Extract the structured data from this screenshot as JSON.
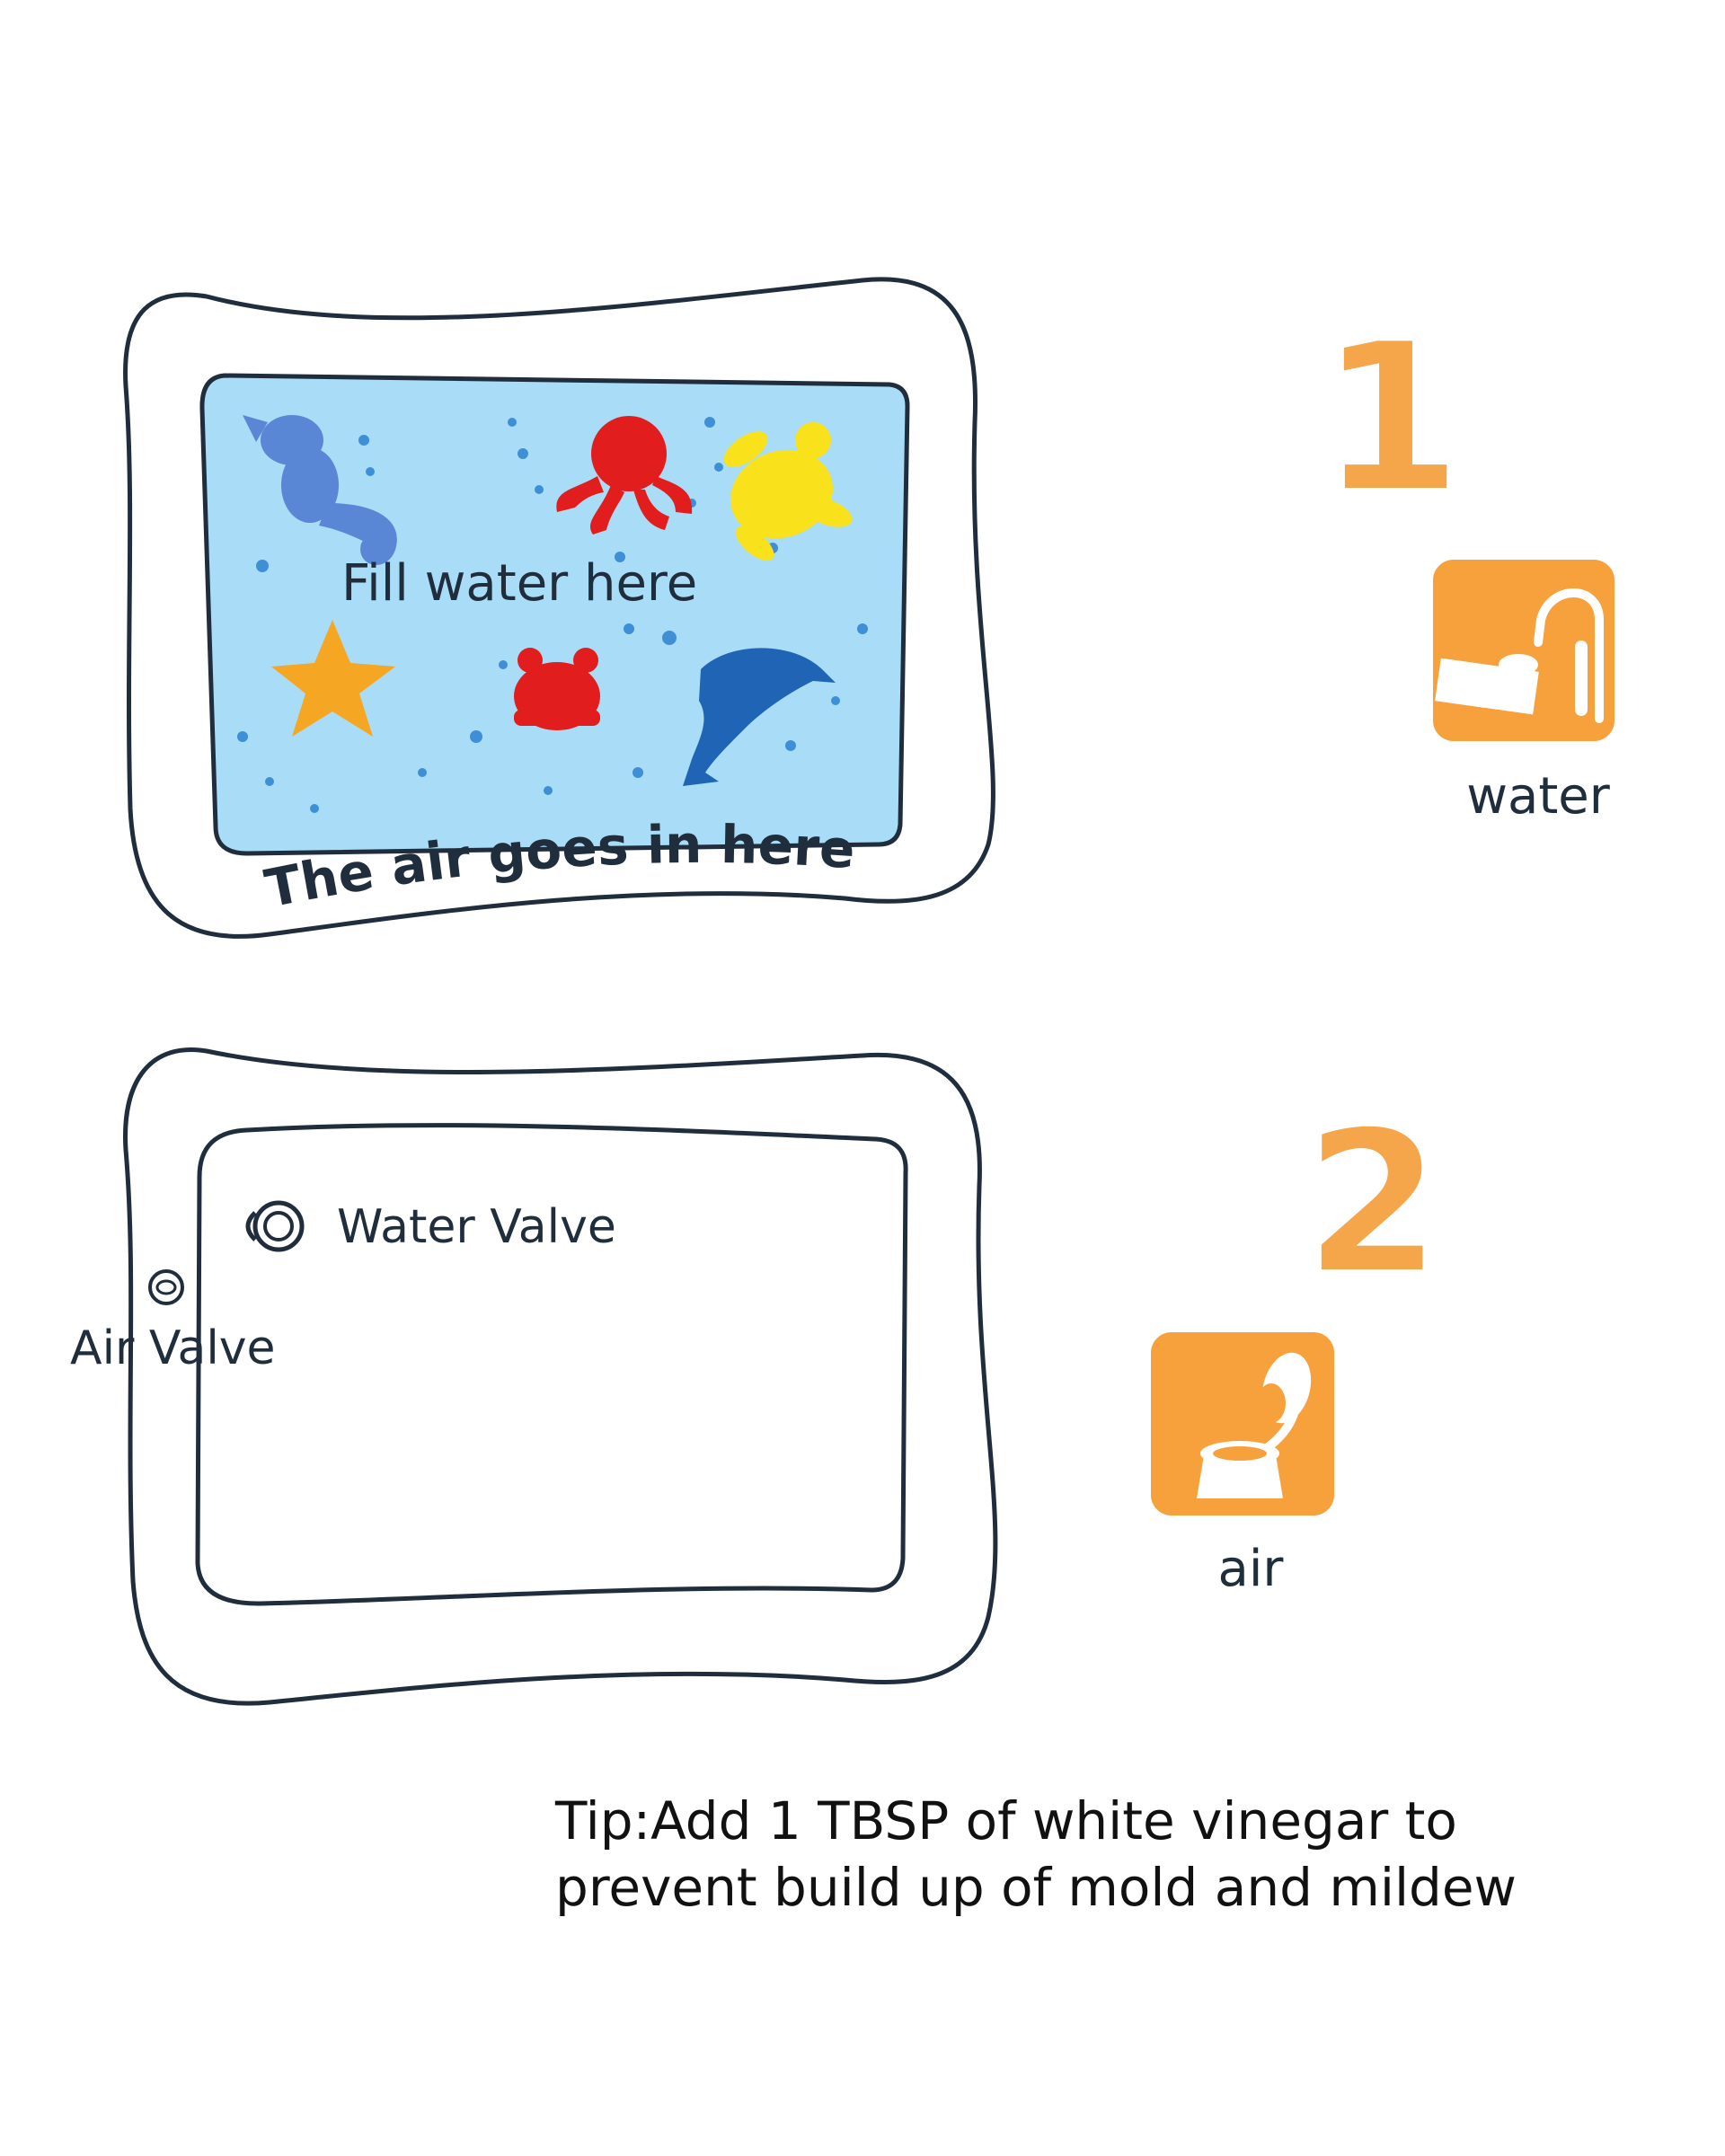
{
  "colors": {
    "outline": "#1f2d3d",
    "water": "#a9dcf7",
    "bubble": "#3f8fd6",
    "badge": "#f7a13c",
    "number": "#f5a64a",
    "seahorse": "#5a86d6",
    "octopus": "#e11d1d",
    "turtle": "#f9e21b",
    "starfish": "#f5a623",
    "crab": "#e11d1d",
    "dolphin": "#1f64b5"
  },
  "step1": {
    "fill_label": "Fill water here",
    "air_label": "The air goes in here",
    "number": "1",
    "icon": "faucet-icon",
    "icon_label": "water"
  },
  "step2": {
    "water_valve_label": "Water Valve",
    "air_valve_label": "Air Valve",
    "number": "2",
    "icon": "pump-icon",
    "icon_label": "air"
  },
  "tip": {
    "line1": "Tip:Add 1 TBSP of white vinegar to",
    "line2": "prevent build up of mold and mildew"
  }
}
